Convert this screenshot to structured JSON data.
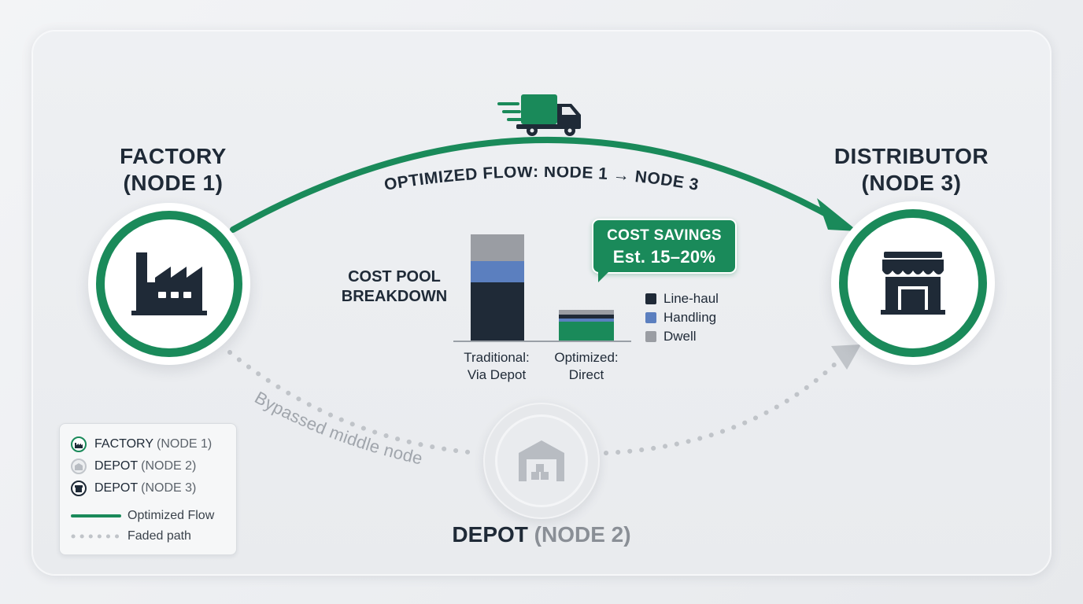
{
  "nodes": {
    "factory": {
      "line1": "FACTORY",
      "line2": "(NODE 1)"
    },
    "distributor": {
      "line1": "DISTRIBUTOR",
      "line2": "(NODE 3)"
    },
    "depot": {
      "name": "DEPOT",
      "suffix": "(NODE 2)"
    }
  },
  "flow": {
    "optimized_label": "OPTIMIZED FLOW: NODE 1 → NODE 3",
    "bypass_label": "Bypassed middle node"
  },
  "colors": {
    "green": "#1a8a5a",
    "navy": "#1f2a37",
    "blue": "#5b7fbf",
    "gray": "#9a9da3"
  },
  "chart_data": {
    "type": "bar",
    "stacked": true,
    "title": "COST POOL BREAKDOWN",
    "categories": [
      "Traditional:\nVia Depot",
      "Optimized:\nDirect"
    ],
    "series": [
      {
        "name": "Line-haul",
        "color": "#1f2a37",
        "values": [
          55,
          0
        ]
      },
      {
        "name": "Handling",
        "color": "#5b7fbf",
        "values": [
          20,
          0
        ]
      },
      {
        "name": "Dwell",
        "color": "#9a9da3",
        "values": [
          25,
          0
        ]
      },
      {
        "name": "Optimized",
        "color": "#1a8a5a",
        "values": [
          0,
          29
        ]
      }
    ],
    "legend": [
      "Line-haul",
      "Handling",
      "Dwell"
    ],
    "legend_position": "right",
    "grid": false
  },
  "savings": {
    "line1": "COST SAVINGS",
    "line2": "Est. 15–20%"
  },
  "legend": {
    "items": [
      {
        "label": "FACTORY",
        "suffix": "(NODE 1)",
        "icon": "factory-icon"
      },
      {
        "label": "DEPOT",
        "suffix": "(NODE 2)",
        "icon": "depot-icon"
      },
      {
        "label": "DEPOT",
        "suffix": "(NODE 3)",
        "icon": "store-icon"
      }
    ],
    "optimized_flow": "Optimized Flow",
    "faded_path": "Faded path"
  }
}
